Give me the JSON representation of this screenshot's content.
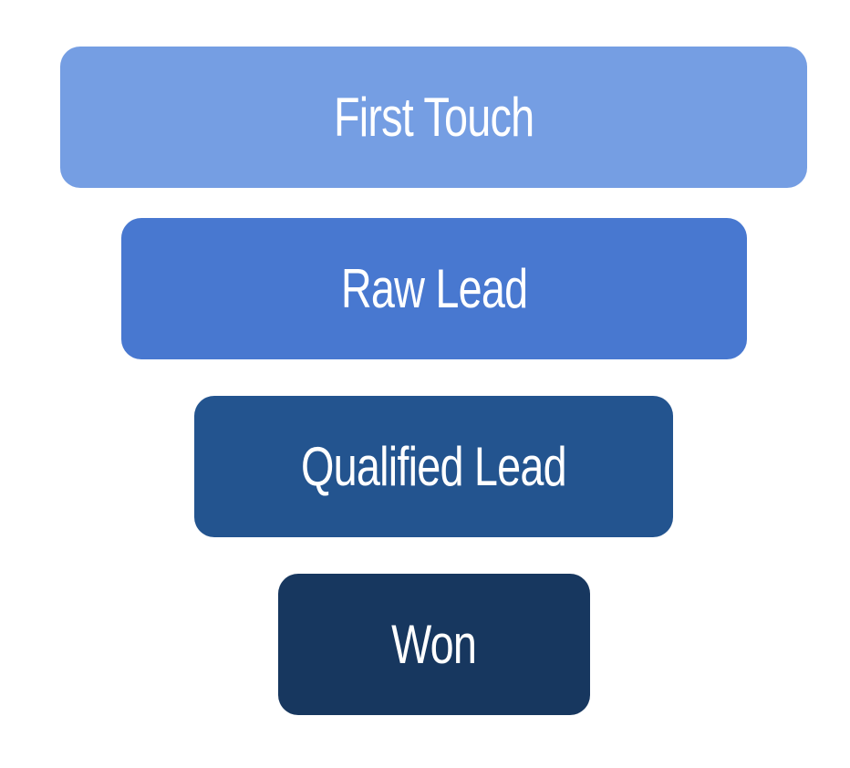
{
  "funnel": {
    "stages": [
      {
        "label": "First Touch",
        "color": "#759ee3"
      },
      {
        "label": "Raw Lead",
        "color": "#4878d0"
      },
      {
        "label": "Qualified Lead",
        "color": "#23548f"
      },
      {
        "label": "Won",
        "color": "#17375f"
      }
    ]
  }
}
